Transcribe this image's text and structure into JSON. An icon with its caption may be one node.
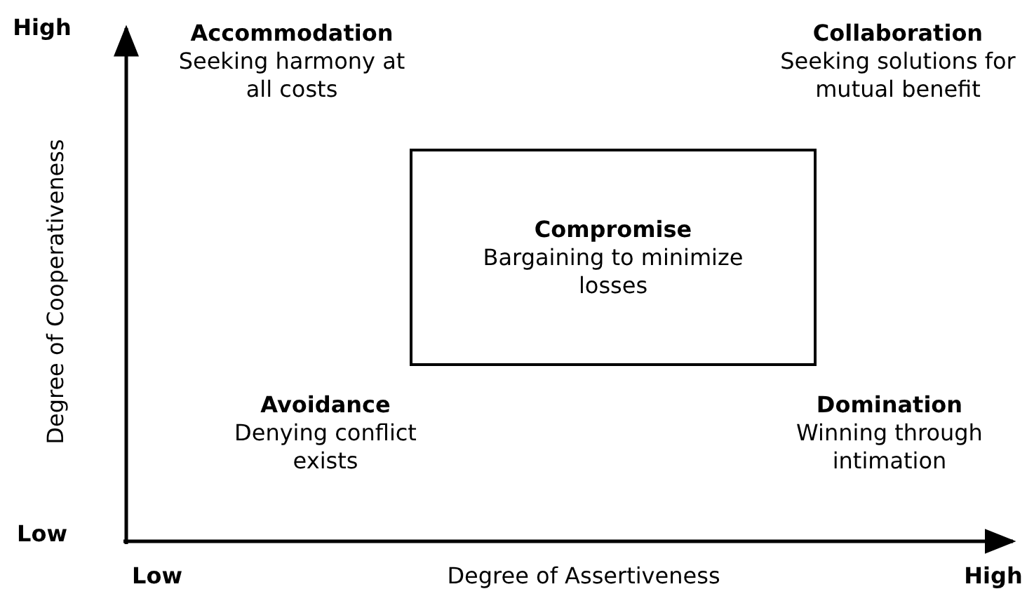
{
  "diagram": {
    "nodes": [
      {
        "text": [
          "Compromise",
          "Bargaining to minimize losses"
        ]
      }
    ],
    "edges": [],
    "labels": [
      "High",
      "Accommodation",
      "Seeking harmony at all costs",
      "Collaboration",
      "Seeking solutions for mutual benefit",
      "Degree of Cooperativeness",
      "Avoidance",
      "Denying conflict exists",
      "Domination",
      "Winning through intimation",
      "Low",
      "Low",
      "Degree of Assertiveness",
      "High"
    ]
  }
}
